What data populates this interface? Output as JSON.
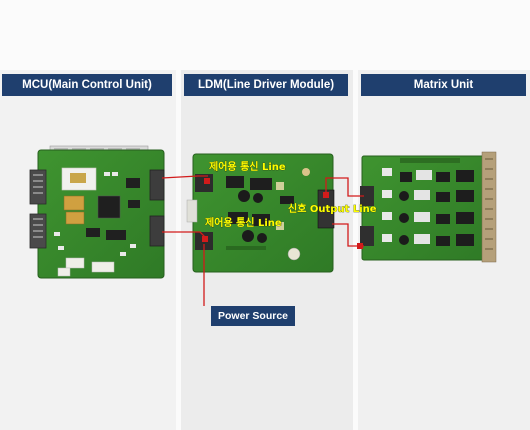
{
  "headers": {
    "mcu": "MCU(Main Control Unit)",
    "ldm": "LDM(Line Driver Module)",
    "matrix": "Matrix Unit"
  },
  "annotations": {
    "comm_line_top": "제어용 통신 Line",
    "comm_line_bottom": "제어용 통신 Line",
    "signal_output_line": "신호 Output Line",
    "power_source": "Power Source"
  },
  "colors": {
    "header_bg": "#1f3f6e",
    "pcb_green": "#3a8a2c",
    "annotation_text": "#ffff00",
    "wire_red": "#d21b1b"
  }
}
